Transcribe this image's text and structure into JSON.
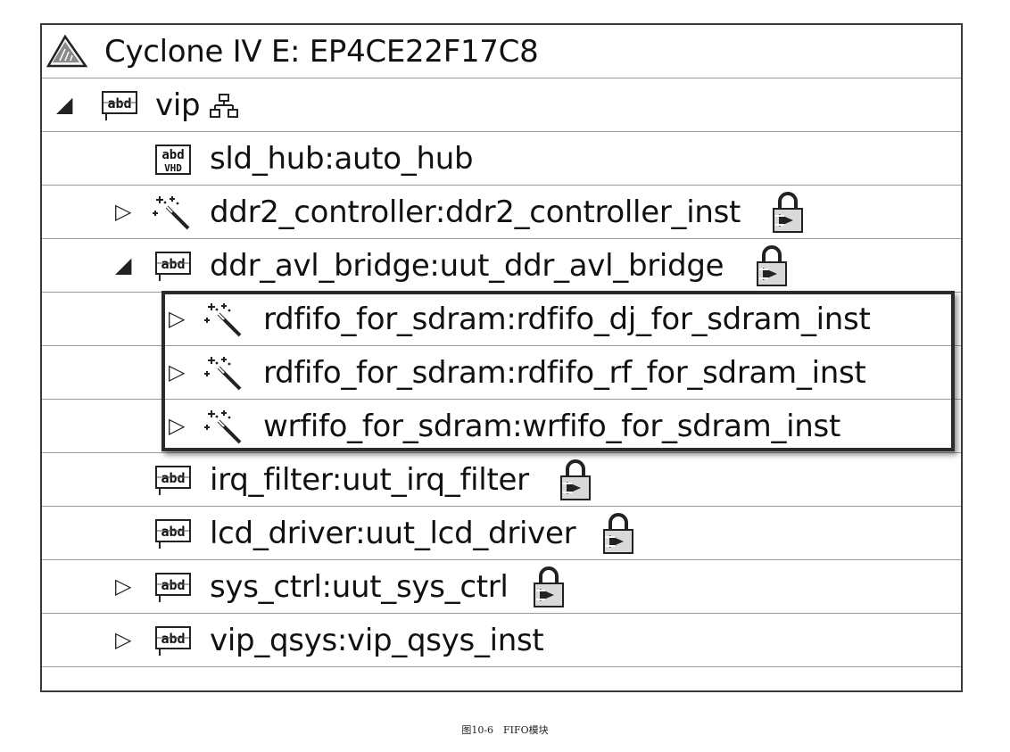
{
  "caption": "图10-6　FIFO模块",
  "tree": {
    "device": {
      "label": "Cyclone IV E: EP4CE22F17C8",
      "icon": "device-warning-icon"
    },
    "nodes": [
      {
        "label": "vip",
        "arrow": "◢",
        "icon": "abd-icon",
        "extra_icon": "hierarchy-icon"
      },
      {
        "label": "sld_hub:auto_hub",
        "arrow": "",
        "icon": "abd-vhd-icon"
      },
      {
        "label": "ddr2_controller:ddr2_controller_inst",
        "arrow": "▷",
        "icon": "megawizard-icon",
        "badge": "lock-icon"
      },
      {
        "label": "ddr_avl_bridge:uut_ddr_avl_bridge",
        "arrow": "◢",
        "icon": "abd-icon",
        "badge": "lock-icon"
      },
      {
        "label": "rdfifo_for_sdram:rdfifo_dj_for_sdram_inst",
        "arrow": "▷",
        "icon": "megawizard-icon"
      },
      {
        "label": "rdfifo_for_sdram:rdfifo_rf_for_sdram_inst",
        "arrow": "▷",
        "icon": "megawizard-icon"
      },
      {
        "label": "wrfifo_for_sdram:wrfifo_for_sdram_inst",
        "arrow": "▷",
        "icon": "megawizard-icon"
      },
      {
        "label": "irq_filter:uut_irq_filter",
        "arrow": "",
        "icon": "abd-icon",
        "badge": "lock-icon"
      },
      {
        "label": "lcd_driver:uut_lcd_driver",
        "arrow": "",
        "icon": "abd-icon",
        "badge": "lock-icon"
      },
      {
        "label": "sys_ctrl:uut_sys_ctrl",
        "arrow": "▷",
        "icon": "abd-icon",
        "badge": "lock-icon"
      },
      {
        "label": "vip_qsys:vip_qsys_inst",
        "arrow": "▷",
        "icon": "abd-icon"
      }
    ]
  }
}
